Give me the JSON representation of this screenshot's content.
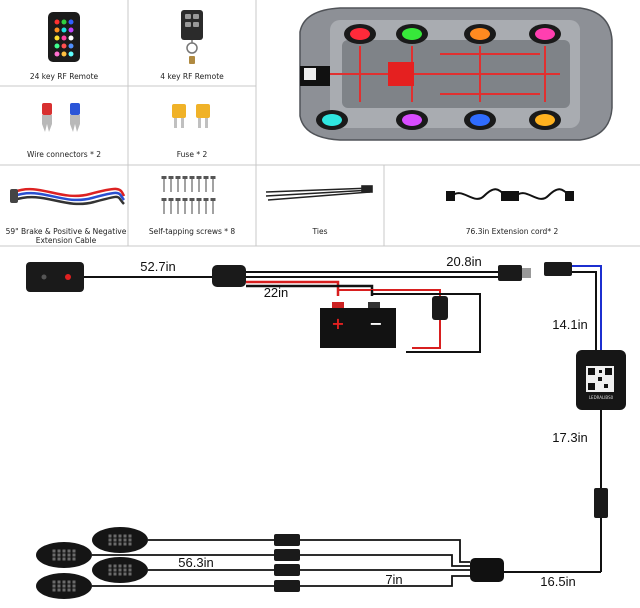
{
  "kit": {
    "remote24_label": "24 key RF Remote",
    "remote4_label": "4 key RF Remote",
    "connectors_label": "Wire connectors * 2",
    "fuse_label": "Fuse * 2",
    "brake_cable_label_1": "59\" Brake & Positive & Negative",
    "brake_cable_label_2": "Extension Cable",
    "screws_label": "Self-tapping screws * 8",
    "ties_label": "Ties",
    "extension_label": "76.3in Extension cord* 2"
  },
  "car": {
    "pod_colors": [
      "#ff2a3a",
      "#37e83a",
      "#ff8a20",
      "#ff3fb0",
      "#2fe6e0",
      "#d84cff",
      "#2f6cff",
      "#ffb21f"
    ]
  },
  "wiring": {
    "len_switch_cable": "52.7in",
    "len_battery": "22in",
    "len_power_out": "20.8in",
    "len_controller_in": "14.1in",
    "len_controller_out": "17.3in",
    "len_pod_left": "56.3in",
    "len_pod_right": "7in",
    "len_main": "16.5in",
    "battery_plus": "+",
    "battery_minus": "−",
    "controller_qr_text": "LEDRALIBS0"
  },
  "colors": {
    "positive_wire": "#d81f1f",
    "negative_wire": "#111111",
    "signal_wire": "#1c2fd0",
    "grid_line": "#c8c8c8"
  }
}
